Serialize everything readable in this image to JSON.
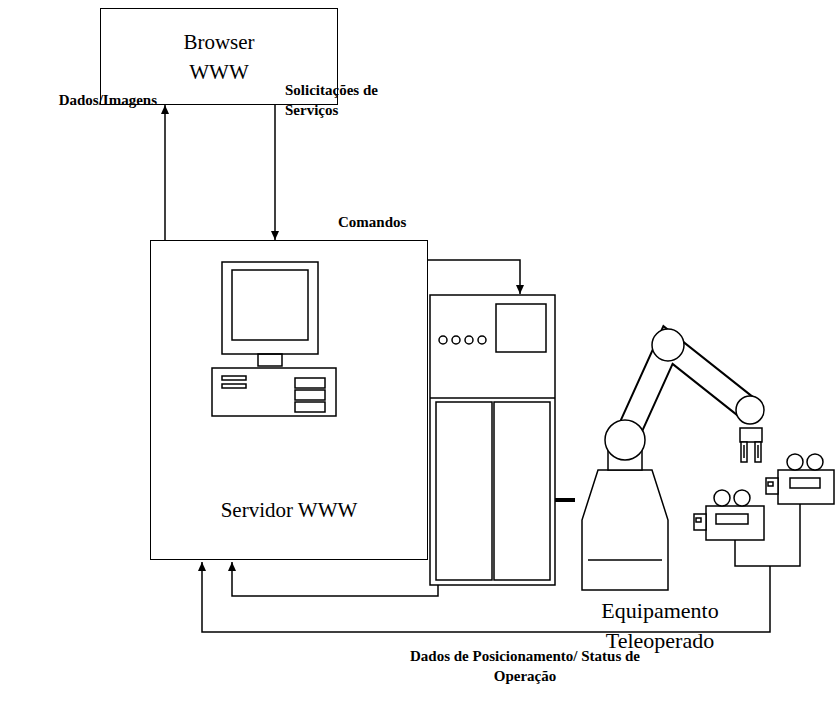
{
  "diagram": {
    "nodes": [
      {
        "text": [
          "Browser WWW"
        ]
      },
      {
        "text": [
          "Servidor WWW"
        ]
      }
    ],
    "edges": [
      {
        "from": 1,
        "to": 0,
        "arrow": "to",
        "label": "Dados/Imagens"
      },
      {
        "from": 0,
        "to": 1,
        "arrow": "to",
        "label": "Solicitações de Serviços"
      }
    ],
    "labels": [
      "Comandos",
      "Equipamento Teleoperado",
      "Dados de Posicionamento/ Status de Operação"
    ]
  }
}
